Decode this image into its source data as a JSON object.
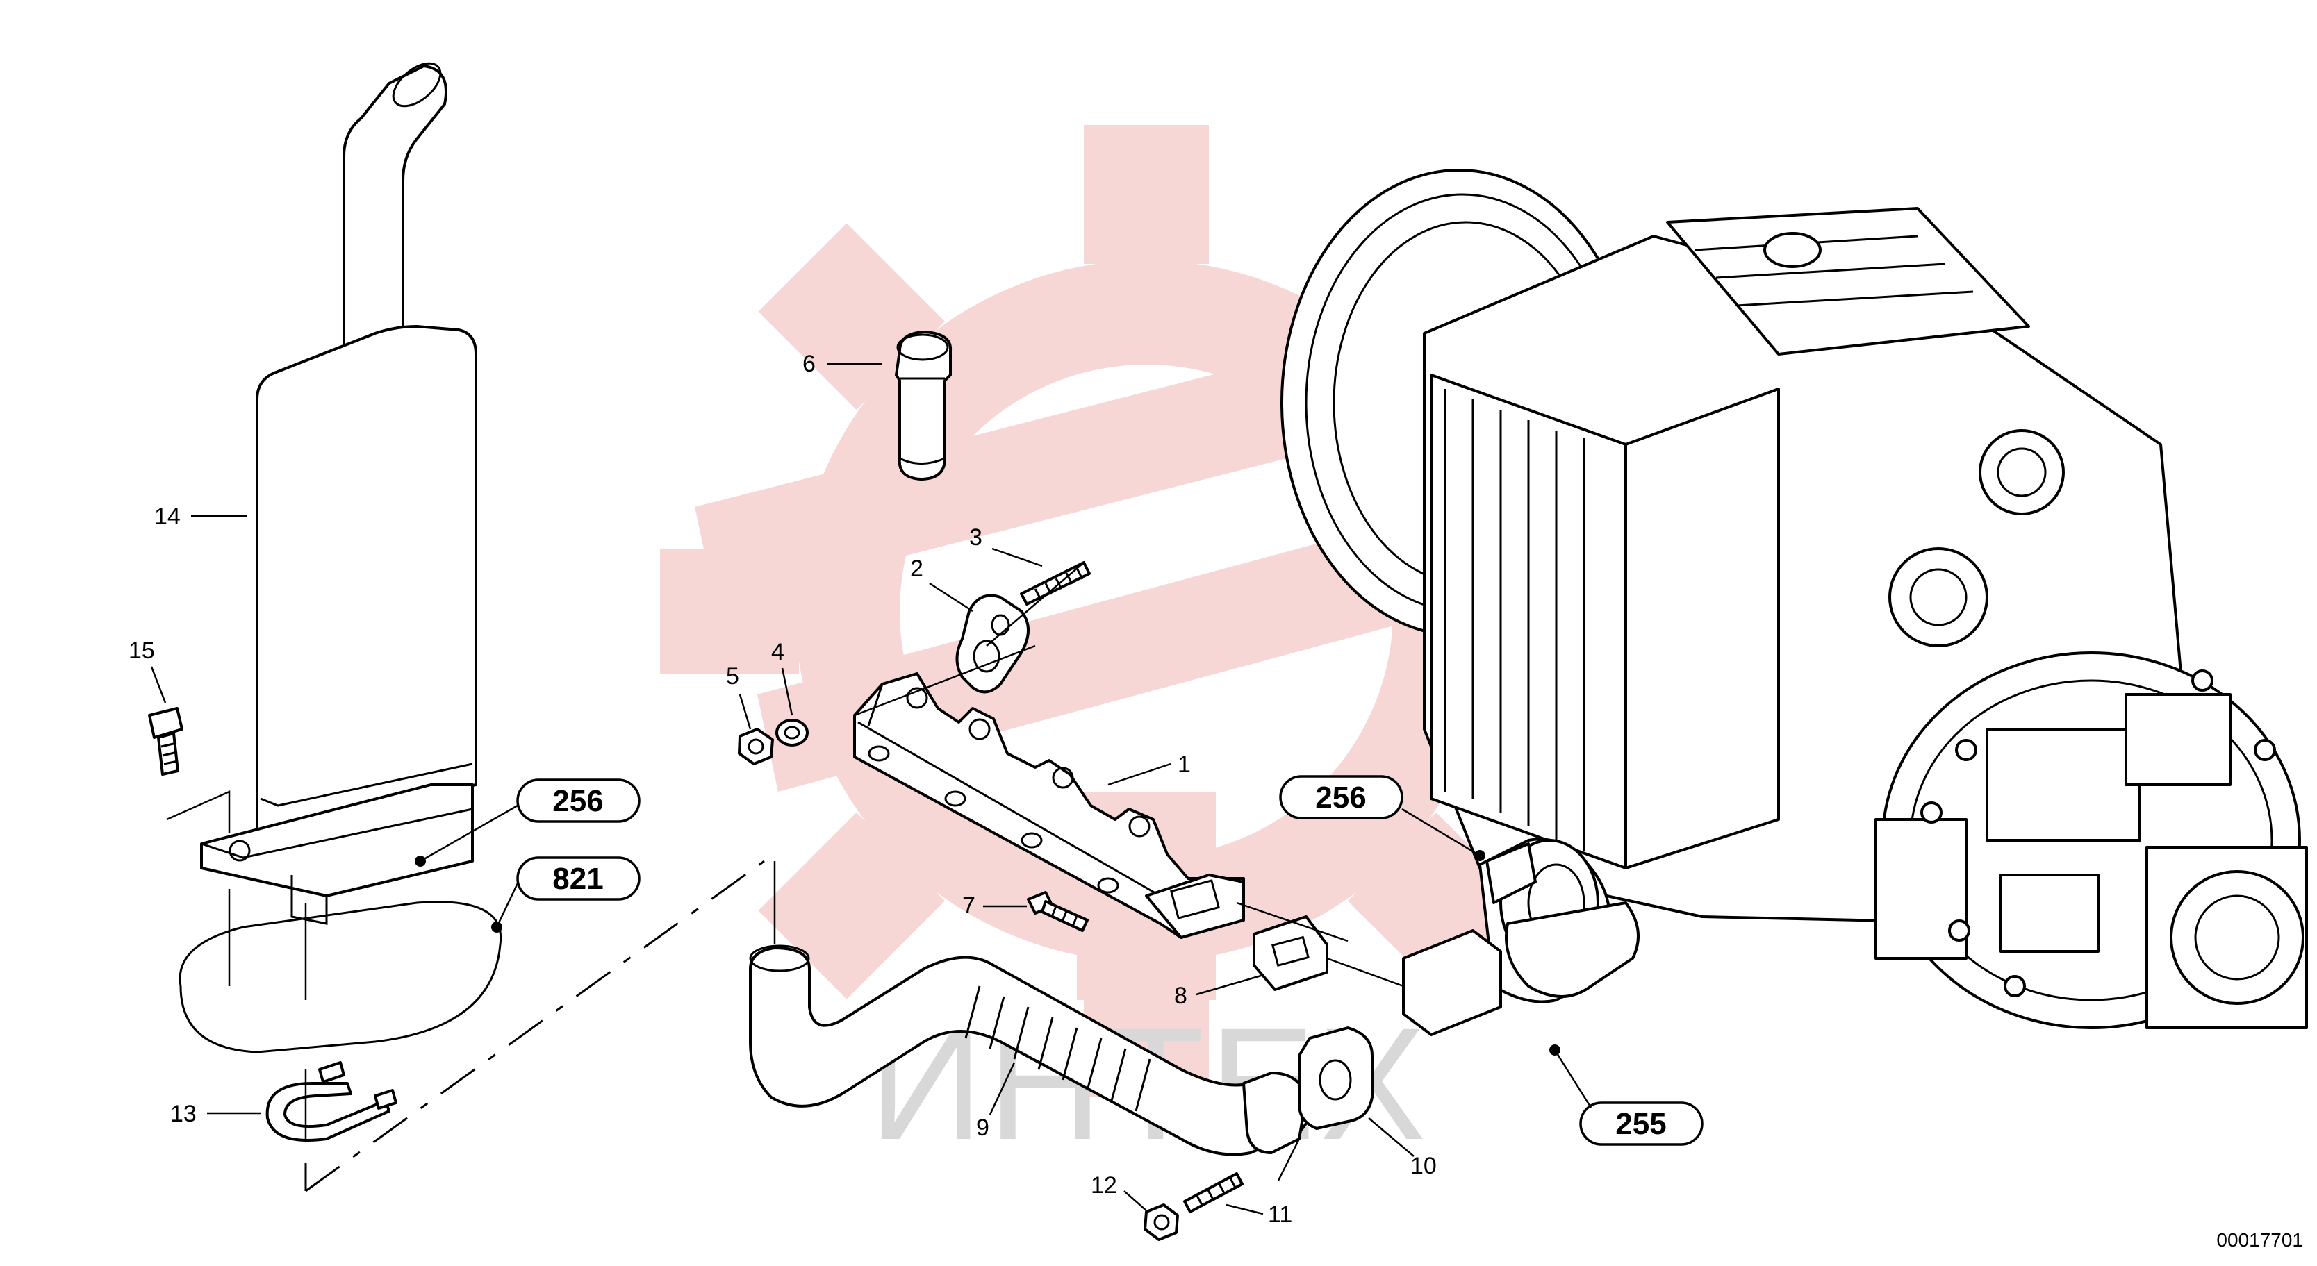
{
  "watermark": {
    "text": "ИНТЕХ",
    "logo": "gear-logo",
    "color": "#f0b4b4"
  },
  "parts": {
    "p1": "1",
    "p2": "2",
    "p3": "3",
    "p4": "4",
    "p5": "5",
    "p6": "6",
    "p7": "7",
    "p8": "8",
    "p9": "9",
    "p10": "10",
    "p11": "11",
    "p12": "12",
    "p13": "13",
    "p14": "14",
    "p15": "15"
  },
  "references": {
    "r256_top": "256",
    "r821": "821",
    "r256_right": "256",
    "r255": "255"
  },
  "document_number": "00017701"
}
